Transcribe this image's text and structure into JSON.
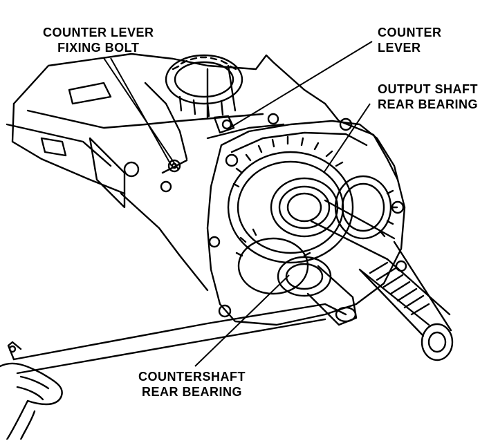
{
  "callouts": {
    "counter_lever_fixing_bolt": {
      "line1": "COUNTER LEVER",
      "line2": "FIXING BOLT"
    },
    "counter_lever": {
      "line1": "COUNTER",
      "line2": "LEVER"
    },
    "output_shaft_rear_bearing": {
      "line1": "OUTPUT SHAFT",
      "line2": "REAR BEARING"
    },
    "countershaft_rear_bearing": {
      "line1": "COUNTERSHAFT",
      "line2": "REAR BEARING"
    }
  },
  "colors": {
    "ink": "#000000",
    "paper": "#ffffff"
  }
}
